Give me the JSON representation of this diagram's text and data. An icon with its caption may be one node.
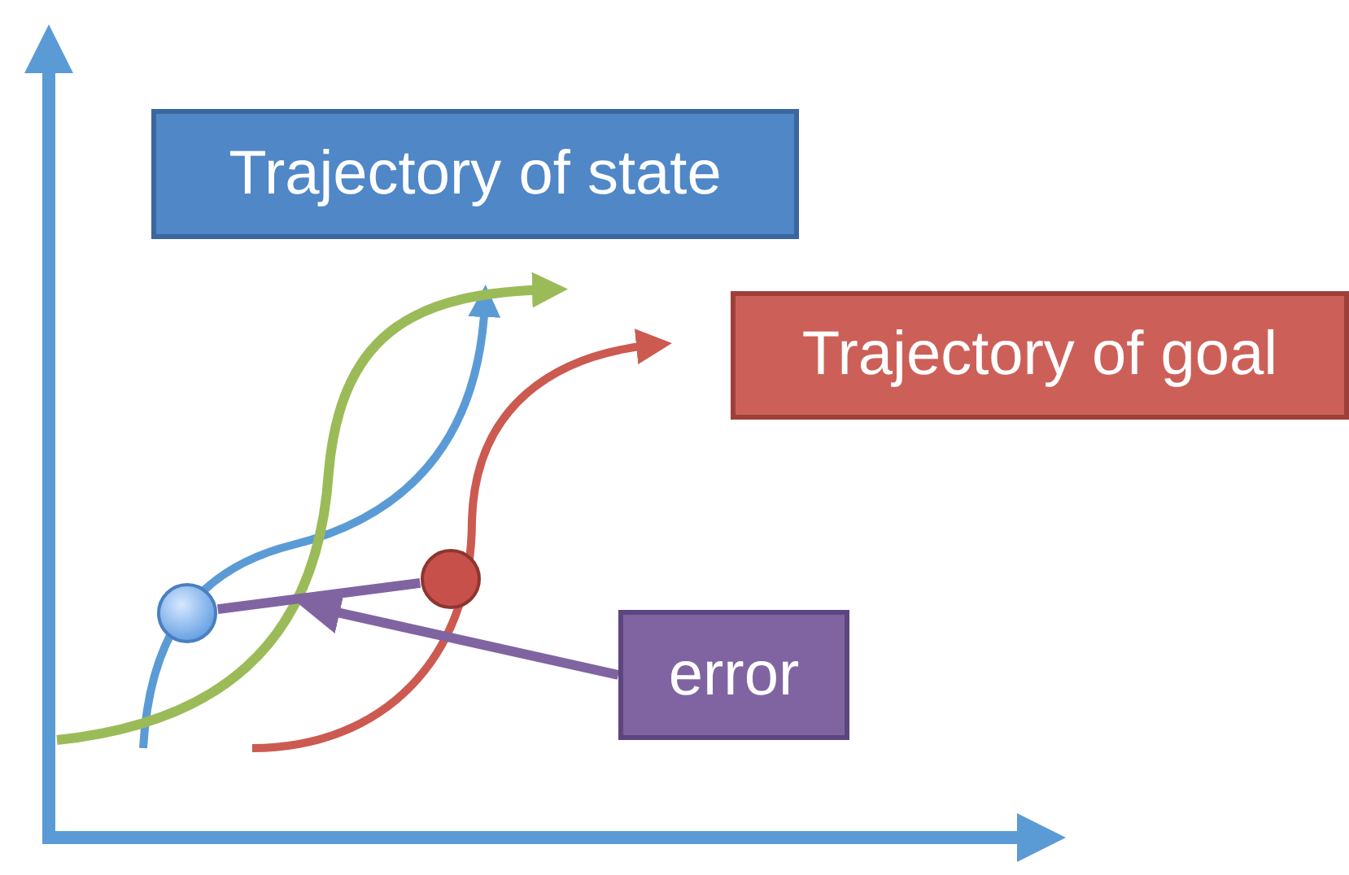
{
  "diagram": {
    "nodes": [
      {
        "text": [
          "Trajectory of state"
        ]
      },
      {
        "text": [
          "Trajectory of goal"
        ]
      },
      {
        "text": [],
        "shape": "circle"
      },
      {
        "text": [],
        "shape": "circle"
      },
      {
        "text": [
          "error"
        ]
      }
    ],
    "edges": [
      {
        "from": 3,
        "to": 2,
        "arrow": "none"
      },
      {
        "from": 4,
        "to": null,
        "arrow": "to"
      }
    ]
  }
}
